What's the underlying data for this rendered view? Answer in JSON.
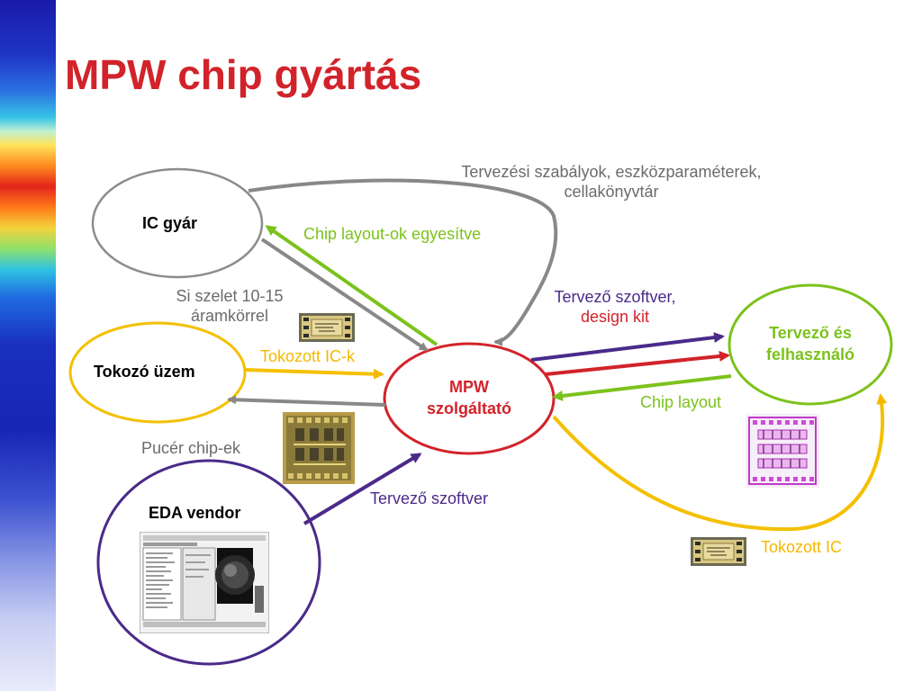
{
  "title": "MPW chip gyártás",
  "nodes": {
    "ic_factory": "IC gyár",
    "packaging_plant": "Tokozó üzem",
    "mpw_line1": "MPW",
    "mpw_line2": "szolgáltató",
    "designer_line1": "Tervező és",
    "designer_line2": "felhasználó",
    "eda_vendor": "EDA vendor"
  },
  "edges": {
    "design_rules_line1": "Tervezési szabályok, eszközparaméterek,",
    "design_rules_line2": "cellakönyvtár",
    "chip_layouts_merged": "Chip layout-ok egyesítve",
    "si_wafer_line1": "Si szelet 10-15",
    "si_wafer_line2": "áramkörrel",
    "designer_software_line1": "Tervező szoftver,",
    "designer_software_line2": "design kit",
    "packaged_ics": "Tokozott IC-k",
    "chip_layout": "Chip layout",
    "bare_chips": "Pucér chip-ek",
    "designer_software": "Tervező szoftver",
    "packaged_ic": "Tokozott IC"
  },
  "colors": {
    "title": "#d2232a",
    "gray": "#888888",
    "green": "#7cc21c",
    "yellow": "#f4b800",
    "purple": "#4a2a8a",
    "red": "#d2232a"
  }
}
